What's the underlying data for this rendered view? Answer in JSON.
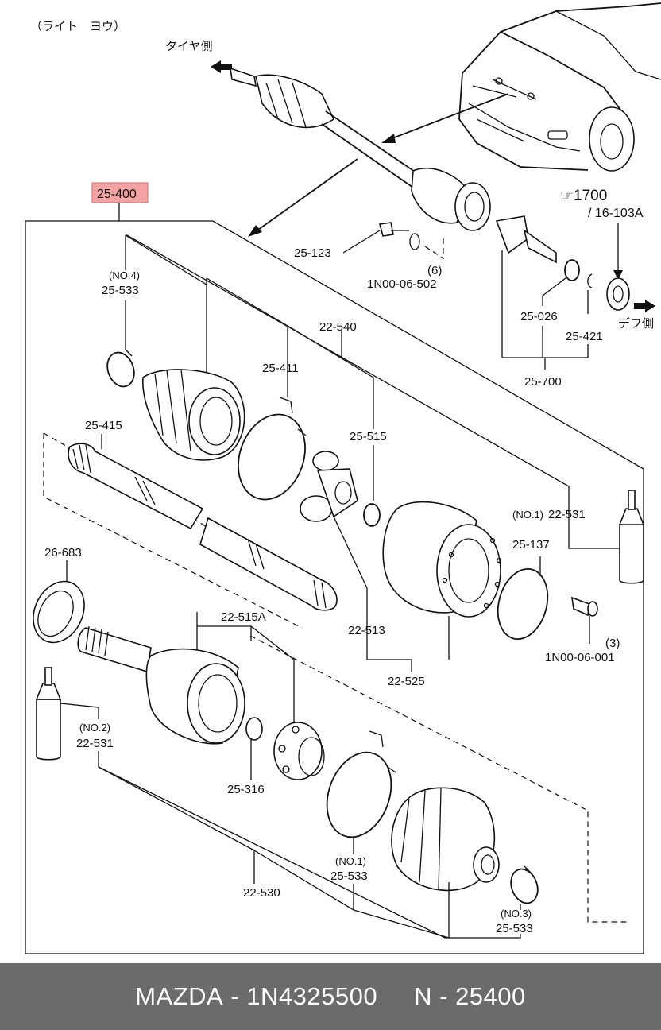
{
  "header": {
    "side_label": "（ライト　ヨウ）"
  },
  "direction_labels": {
    "tire_side": "タイヤ側",
    "diff_side": "デフ側"
  },
  "highlight": {
    "label": "25-400",
    "color": "#f4a3a3",
    "border": "#d86a6a"
  },
  "reference": {
    "line1": "☞1700",
    "line2": "/ 16-103A"
  },
  "callouts": {
    "p25_123": "25-123",
    "qty6": "(6)",
    "p1N00_06_502": "1N00-06-502",
    "no4": "(NO.4)",
    "p25_533_a": "25-533",
    "p22_540": "22-540",
    "p25_411": "25-411",
    "p25_515": "25-515",
    "p25_415": "25-415",
    "p25_026": "25-026",
    "p25_421": "25-421",
    "p25_700": "25-700",
    "no1_a": "(NO.1)",
    "p22_531_a": "22-531",
    "p25_137": "25-137",
    "p26_683": "26-683",
    "p22_515A": "22-515A",
    "p22_513": "22-513",
    "qty3": "(3)",
    "p1N00_06_001": "1N00-06-001",
    "p22_525": "22-525",
    "no2": "(NO.2)",
    "p22_531_b": "22-531",
    "p25_316": "25-316",
    "no1_b": "(NO.1)",
    "p25_533_b": "25-533",
    "p22_530": "22-530",
    "no3": "(NO.3)",
    "p25_533_c": "25-533"
  },
  "footer": {
    "brand": "MAZDA",
    "sep": " - ",
    "part_number": "1N4325500",
    "code_prefix": "N",
    "code": "25400",
    "background": "#6b6b6b"
  }
}
